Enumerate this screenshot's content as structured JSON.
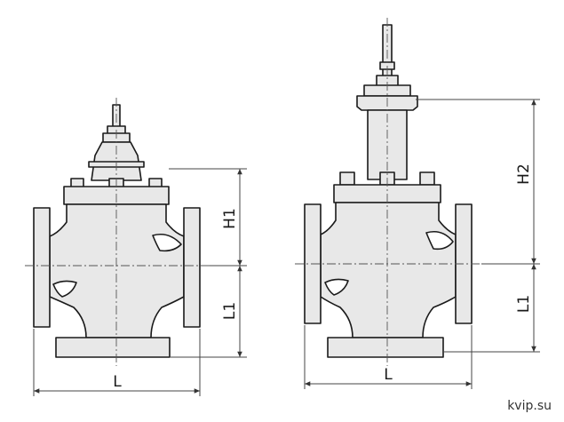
{
  "labels": {
    "left_width": "L",
    "left_height_upper": "H1",
    "left_height_lower": "L1",
    "right_width": "L",
    "right_height_upper": "H2",
    "right_height_lower": "L1"
  },
  "credit": "kvip.su",
  "colors": {
    "body_fill": "#e8e8e8",
    "stroke": "#1a1a1a",
    "dim_line": "#444444",
    "background": "#ffffff"
  }
}
